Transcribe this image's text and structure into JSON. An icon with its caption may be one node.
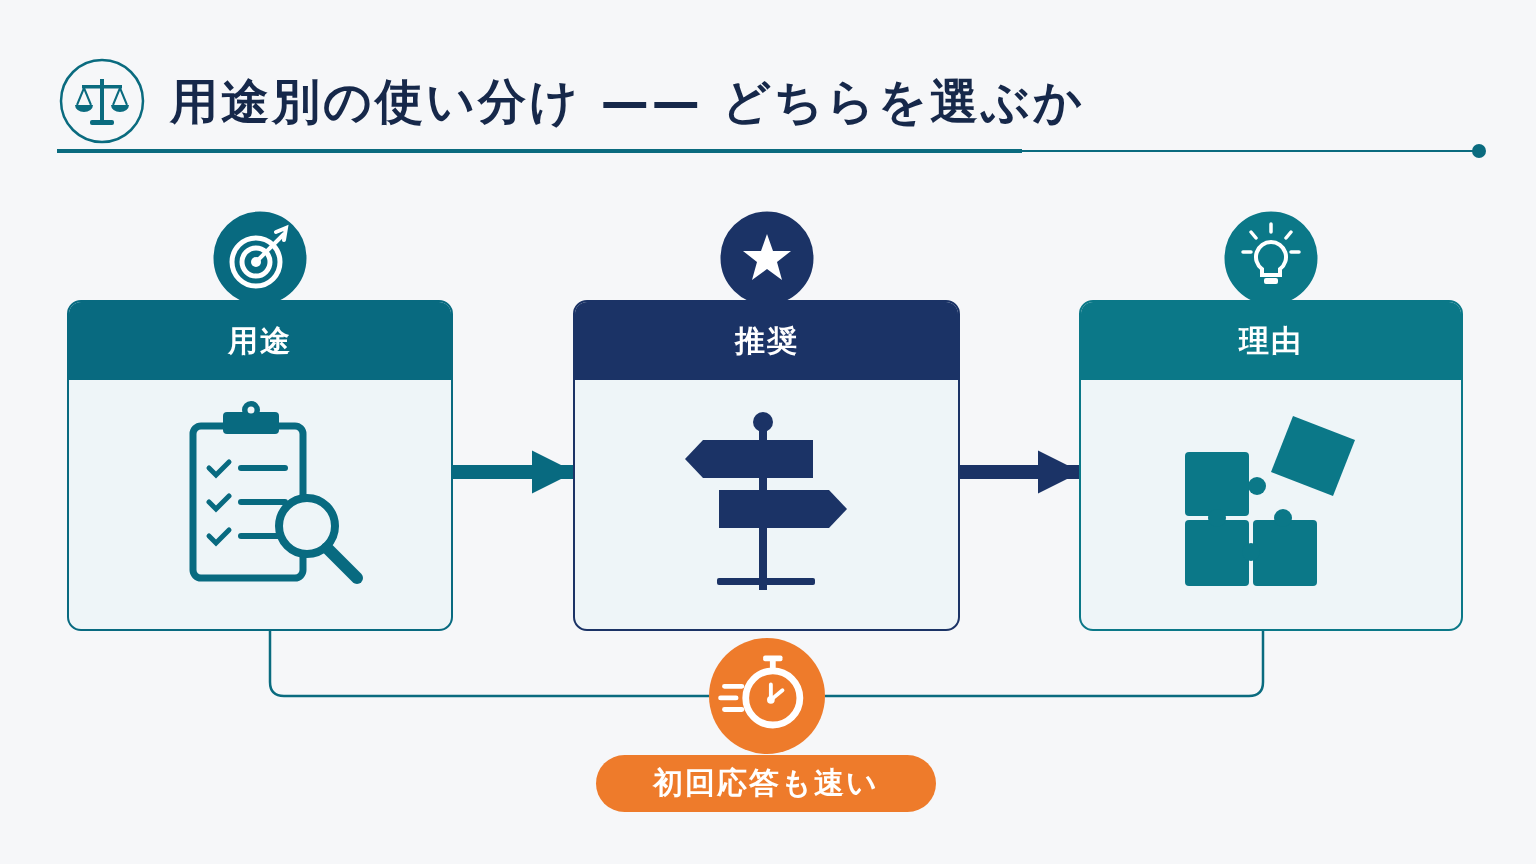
{
  "diagram": {
    "title": "用途別の使い分け —— どちらを選ぶか",
    "nodes": [
      {
        "text": [
          "用途"
        ]
      },
      {
        "text": [
          "推奨"
        ]
      },
      {
        "text": [
          "理由"
        ]
      },
      {
        "text": [],
        "shape": "circle"
      },
      {
        "text": [
          "初回応答も速い"
        ]
      }
    ],
    "edges": [
      {
        "from": 0,
        "to": 1,
        "arrow": "to",
        "style": "thick"
      },
      {
        "from": 1,
        "to": 2,
        "arrow": "to",
        "style": "thick"
      },
      {
        "from": 0,
        "to": 3,
        "arrow": "none"
      },
      {
        "from": 2,
        "to": 3,
        "arrow": "none"
      }
    ]
  }
}
